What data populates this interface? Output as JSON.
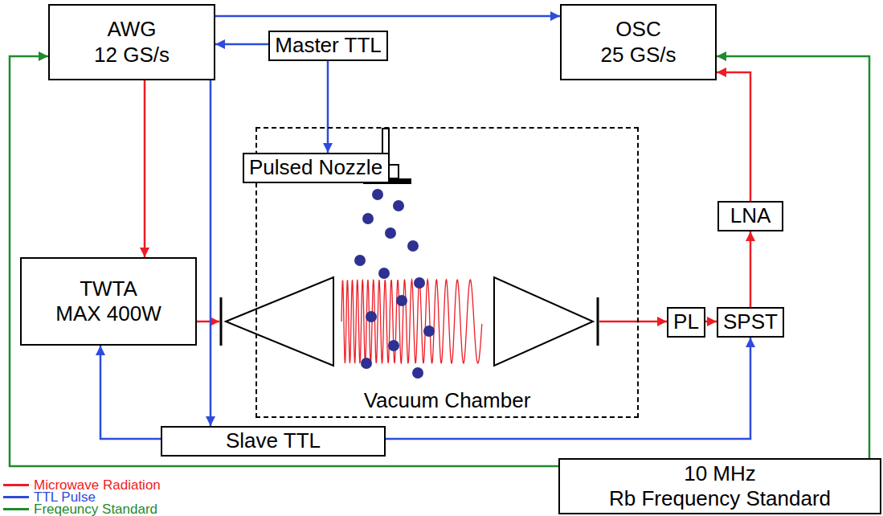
{
  "diagram": {
    "nodes": [
      {
        "text": [
          "AWG",
          "12 GS/s"
        ]
      },
      {
        "text": [
          "Master TTL"
        ]
      },
      {
        "text": [
          "OSC",
          "25 GS/s"
        ]
      },
      {
        "text": [
          "Vacuum Chamber"
        ]
      },
      {
        "text": [
          "Pulsed Nozzle"
        ],
        "in": 3
      },
      {
        "text": [
          "LNA"
        ]
      },
      {
        "text": [
          "TWTA",
          "MAX 400W"
        ]
      },
      {
        "text": [
          "PL"
        ]
      },
      {
        "text": [
          "SPST"
        ]
      },
      {
        "text": [
          "Slave TTL"
        ]
      },
      {
        "text": [
          "10 MHz",
          "Rb Frequency Standard"
        ]
      }
    ],
    "edges": [
      {
        "from": 0,
        "to": 2,
        "arrow": "to"
      },
      {
        "from": 1,
        "to": 0,
        "arrow": "to"
      },
      {
        "from": 1,
        "to": 4,
        "arrow": "to"
      },
      {
        "from": 0,
        "to": 6,
        "arrow": "to"
      },
      {
        "from": 0,
        "to": 9,
        "arrow": "to"
      },
      {
        "from": 9,
        "to": 6,
        "arrow": "to"
      },
      {
        "from": 9,
        "to": 8,
        "arrow": "to"
      },
      {
        "from": 7,
        "to": 8,
        "arrow": "to"
      },
      {
        "from": 8,
        "to": 5,
        "arrow": "to"
      },
      {
        "from": 5,
        "to": 2,
        "arrow": "to"
      },
      {
        "from": 10,
        "to": 0,
        "arrow": "to"
      },
      {
        "from": 10,
        "to": 2,
        "arrow": "to"
      }
    ],
    "legend": [
      {
        "text": "Microwave Radiation",
        "color": "#ee1c25"
      },
      {
        "text": "TTL Pulse",
        "color": "#2e4bdc"
      },
      {
        "text": "Freqeuncy Standard",
        "color": "#1f8a2e"
      }
    ]
  }
}
